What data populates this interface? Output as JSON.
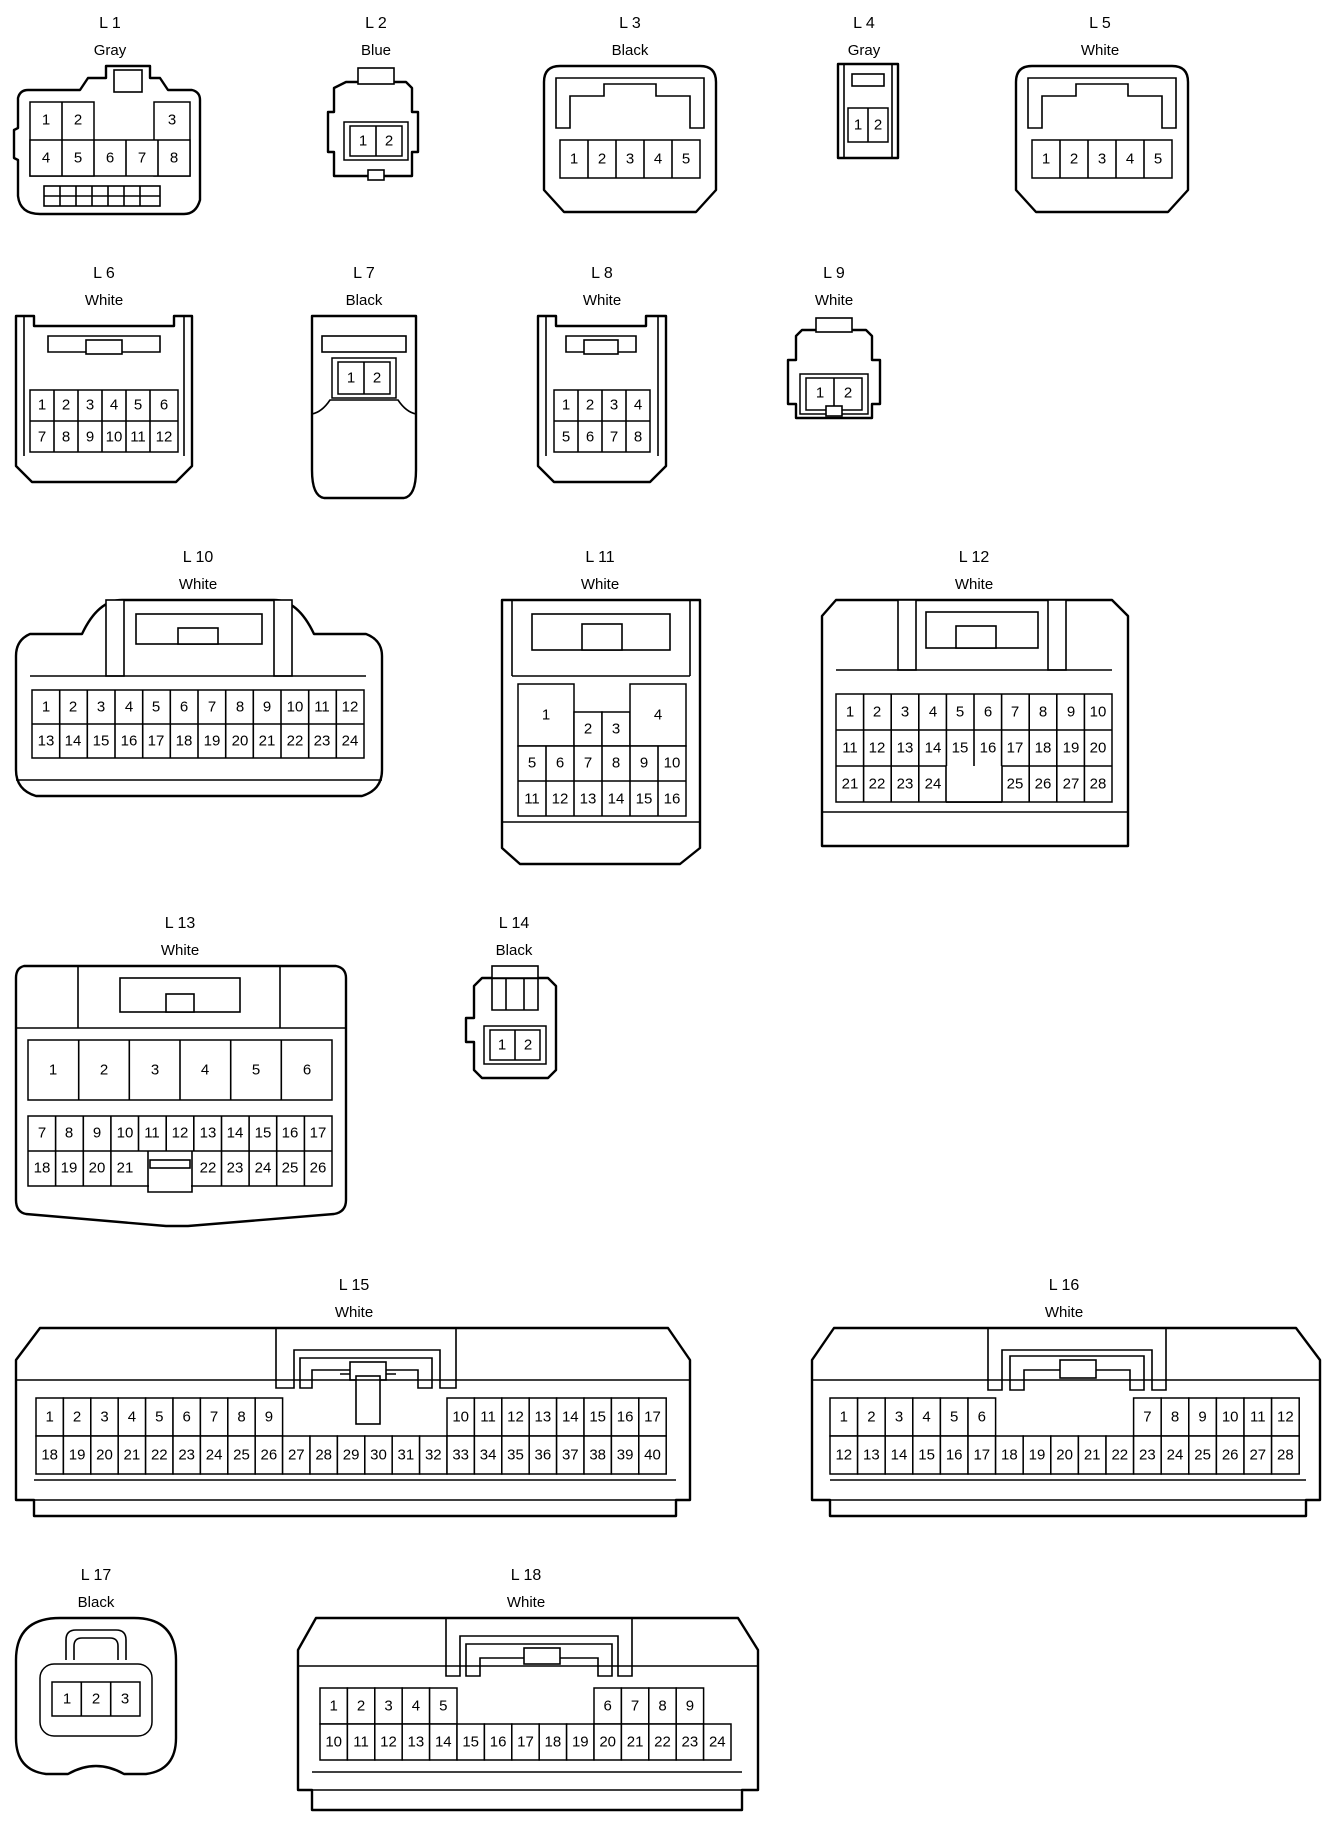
{
  "connectors": [
    {
      "id": "L1",
      "name": "L 1",
      "color": "Gray"
    },
    {
      "id": "L2",
      "name": "L 2",
      "color": "Blue"
    },
    {
      "id": "L3",
      "name": "L 3",
      "color": "Black"
    },
    {
      "id": "L4",
      "name": "L 4",
      "color": "Gray"
    },
    {
      "id": "L5",
      "name": "L 5",
      "color": "White"
    },
    {
      "id": "L6",
      "name": "L 6",
      "color": "White"
    },
    {
      "id": "L7",
      "name": "L 7",
      "color": "Black"
    },
    {
      "id": "L8",
      "name": "L 8",
      "color": "White"
    },
    {
      "id": "L9",
      "name": "L 9",
      "color": "White"
    },
    {
      "id": "L10",
      "name": "L 10",
      "color": "White"
    },
    {
      "id": "L11",
      "name": "L 11",
      "color": "White"
    },
    {
      "id": "L12",
      "name": "L 12",
      "color": "White"
    },
    {
      "id": "L13",
      "name": "L 13",
      "color": "White"
    },
    {
      "id": "L14",
      "name": "L 14",
      "color": "Black"
    },
    {
      "id": "L15",
      "name": "L 15",
      "color": "White"
    },
    {
      "id": "L16",
      "name": "L 16",
      "color": "White"
    },
    {
      "id": "L17",
      "name": "L 17",
      "color": "Black"
    },
    {
      "id": "L18",
      "name": "L 18",
      "color": "White"
    }
  ]
}
